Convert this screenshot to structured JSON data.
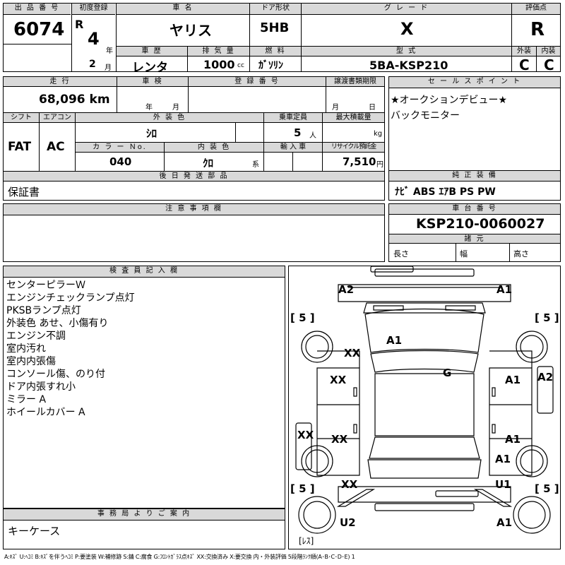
{
  "header": {
    "lot_no_label": "出 品 番 号",
    "lot_no": "6074",
    "first_reg_label": "初度登録",
    "era": "R",
    "year": "4",
    "year_unit": "年",
    "month": "2",
    "month_unit": "月",
    "car_name_label": "車 名",
    "car_name": "ヤリス",
    "door_label": "ドア形状",
    "door": "5HB",
    "grade_label": "グ レ ー ド",
    "grade": "X",
    "score_label": "評価点",
    "score": "R",
    "history_label": "車 歴",
    "history": "レンタ",
    "displacement_label": "排 気 量",
    "displacement": "1000",
    "displacement_unit": "cc",
    "fuel_label": "燃 料",
    "fuel": "ｶﾞｿﾘﾝ",
    "model_label": "型 式",
    "model": "5BA-KSP210",
    "exterior_label": "外装",
    "exterior": "C",
    "interior_label": "内装",
    "interior": "C"
  },
  "row2": {
    "mileage_label": "走 行",
    "mileage": "68,096 km",
    "inspection_label": "車 検",
    "inspection_year_unit": "年",
    "inspection_month_unit": "月",
    "reg_no_label": "登 録 番 号",
    "transfer_label": "譲渡書類期限",
    "transfer_month_unit": "月",
    "transfer_day_unit": "日",
    "shift_label": "シフト",
    "shift": "FAT",
    "ac_label": "エアコン",
    "ac": "AC",
    "color_label": "外 装 色",
    "color": "ｼﾛ",
    "capacity_label": "乗車定員",
    "capacity": "5",
    "capacity_unit": "人",
    "load_label": "最大積載量",
    "load_unit": "kg",
    "color_no_label": "カ ラ ー Ｎo.",
    "color_no": "040",
    "int_color_label": "内 装 色",
    "int_color": "ｸﾛ",
    "int_color_unit": "系",
    "import_label": "輸 入 車",
    "recycle_label": "リサイクル預託金",
    "recycle": "7,510",
    "recycle_unit": "円",
    "later_parts_label": "後 日 発 送 部 品",
    "later_parts": "保証書"
  },
  "sales": {
    "label": "セ ー ル ス ポ イ ン ト",
    "line1": "★オークションデビュー★",
    "line2": "バックモニター",
    "equip_label": "純 正 装 備",
    "equip": "ﾅﾋﾞ  ABS  ｴｱB  PS  PW"
  },
  "notes": {
    "label": "注 意 事 項 欄"
  },
  "chassis": {
    "label": "車 台 番 号",
    "value": "KSP210-0060027",
    "specs_label": "諸 元",
    "length_label": "長さ",
    "width_label": "幅",
    "height_label": "高さ"
  },
  "inspector": {
    "label": "検 査 員 記 入 欄",
    "lines": [
      "センターピラーＷ",
      "エンジンチェックランプ点灯",
      "PKSBランプ点灯",
      "外装色 あせ、小傷有り",
      "エンジン不調",
      "室内汚れ",
      "室内内張傷",
      "コンソール傷、のり付",
      "ドア内張すれ小",
      "ミラー A",
      "ホイールカバー A"
    ]
  },
  "office": {
    "label": "事 務 局 よ り ご 案 内",
    "text": "キーケース"
  },
  "diagram": {
    "tire_tl": "[ 5 ]",
    "tire_tr": "[ 5 ]",
    "tire_bl": "[ 5 ]",
    "tire_br": "[ 5 ]",
    "res": "[ﾚｽ]",
    "c_a2_top": "A2",
    "c_a1_top": "A1",
    "c_xx_1": "XX",
    "c_a1_hood": "A1",
    "c_xx_2": "XX",
    "c_g": "G",
    "c_a1_r1": "A1",
    "c_a2_r": "A2",
    "c_xx_l": "XX",
    "c_xx_3": "XX",
    "c_a1_r2": "A1",
    "c_a1_r3": "A1",
    "c_xx_4": "XX",
    "c_u1": "U1",
    "c_u2": "U2",
    "c_a1_bot": "A1"
  },
  "legend": "A:ｷｽﾞ  U:ﾍｺﾐ  B:ｷｽﾞを伴うﾍｺﾐ  P:要塗装  W:補修跡  S:錆  C:腐食  G:ﾌﾛﾝﾄｶﾞﾗｽ点ｷｽﾞ  XX:交換済み  X:要交換  内・外装評価  5段階ﾗﾝｸ順(A･B･C･D･E) 1"
}
